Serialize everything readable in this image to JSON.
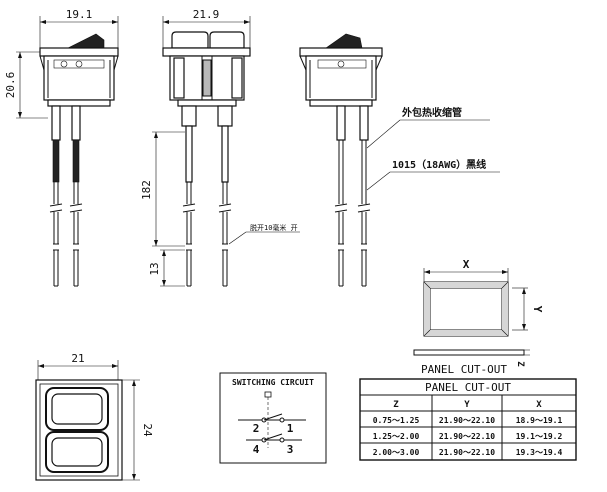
{
  "dimensions": {
    "front_width": "19.1",
    "side_width": "21.9",
    "height": "20.6",
    "lead_length": "182",
    "lead_end": "13",
    "top_width": "21",
    "top_height": "24"
  },
  "annotations": {
    "heat_shrink": "外包热收缩管",
    "wire_spec": "1015（18AWG）黑线",
    "strip_note": "脱开10毫米 开"
  },
  "cutout_diagram": {
    "x_label": "X",
    "y_label": "Y",
    "z_label": "Z",
    "caption": "PANEL CUT-OUT"
  },
  "switching_circuit": {
    "title": "SWITCHING CIRCUIT",
    "terminals": [
      "2",
      "1",
      "4",
      "3"
    ]
  },
  "table": {
    "title": "PANEL CUT-OUT",
    "headers": [
      "Z",
      "Y",
      "X"
    ],
    "rows": [
      [
        "0.75～1.25",
        "21.90～22.10",
        "18.9～19.1"
      ],
      [
        "1.25～2.00",
        "21.90～22.10",
        "19.1～19.2"
      ],
      [
        "2.00～3.00",
        "21.90～22.10",
        "19.3～19.4"
      ]
    ]
  }
}
